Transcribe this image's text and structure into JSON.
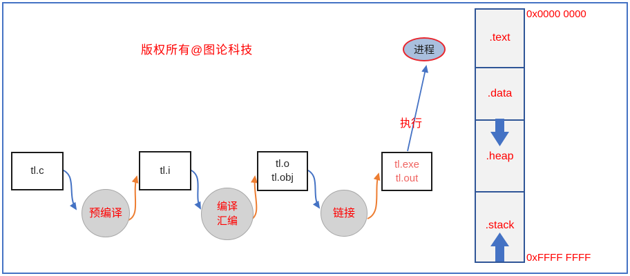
{
  "copyright": "版权所有@图论科技",
  "flow": {
    "source_box": {
      "label": "tl.c"
    },
    "precompile_circle": {
      "label": "预编译"
    },
    "preprocessed_box": {
      "label": "tl.i"
    },
    "compile_circle": {
      "label_line1": "编译",
      "label_line2": "汇编"
    },
    "object_box": {
      "label_line1": "tl.o",
      "label_line2": "tl.obj"
    },
    "link_circle": {
      "label": "链接"
    },
    "executable_box": {
      "label_line1": "tl.exe",
      "label_line2": "tl.out"
    },
    "execute_label": "执行",
    "process_ellipse": {
      "label": "进程"
    }
  },
  "memory": {
    "sections": [
      {
        "label": ".text"
      },
      {
        "label": ".data"
      },
      {
        "label": ".heap"
      },
      {
        "label": ".stack"
      }
    ],
    "address_top": "0x0000 0000",
    "address_bottom": "0xFFFF FFFF"
  },
  "colors": {
    "frame_blue": "#4472C4",
    "connector_blue": "#4472C4",
    "connector_orange": "#ED7D31",
    "memory_border_blue": "#2F5597",
    "memory_fill": "#F2F2F2",
    "circle_fill": "#D3D3D3",
    "label_red": "#FF0000",
    "executable_text_red": "#F06360",
    "process_fill": "#A9BFDE"
  }
}
